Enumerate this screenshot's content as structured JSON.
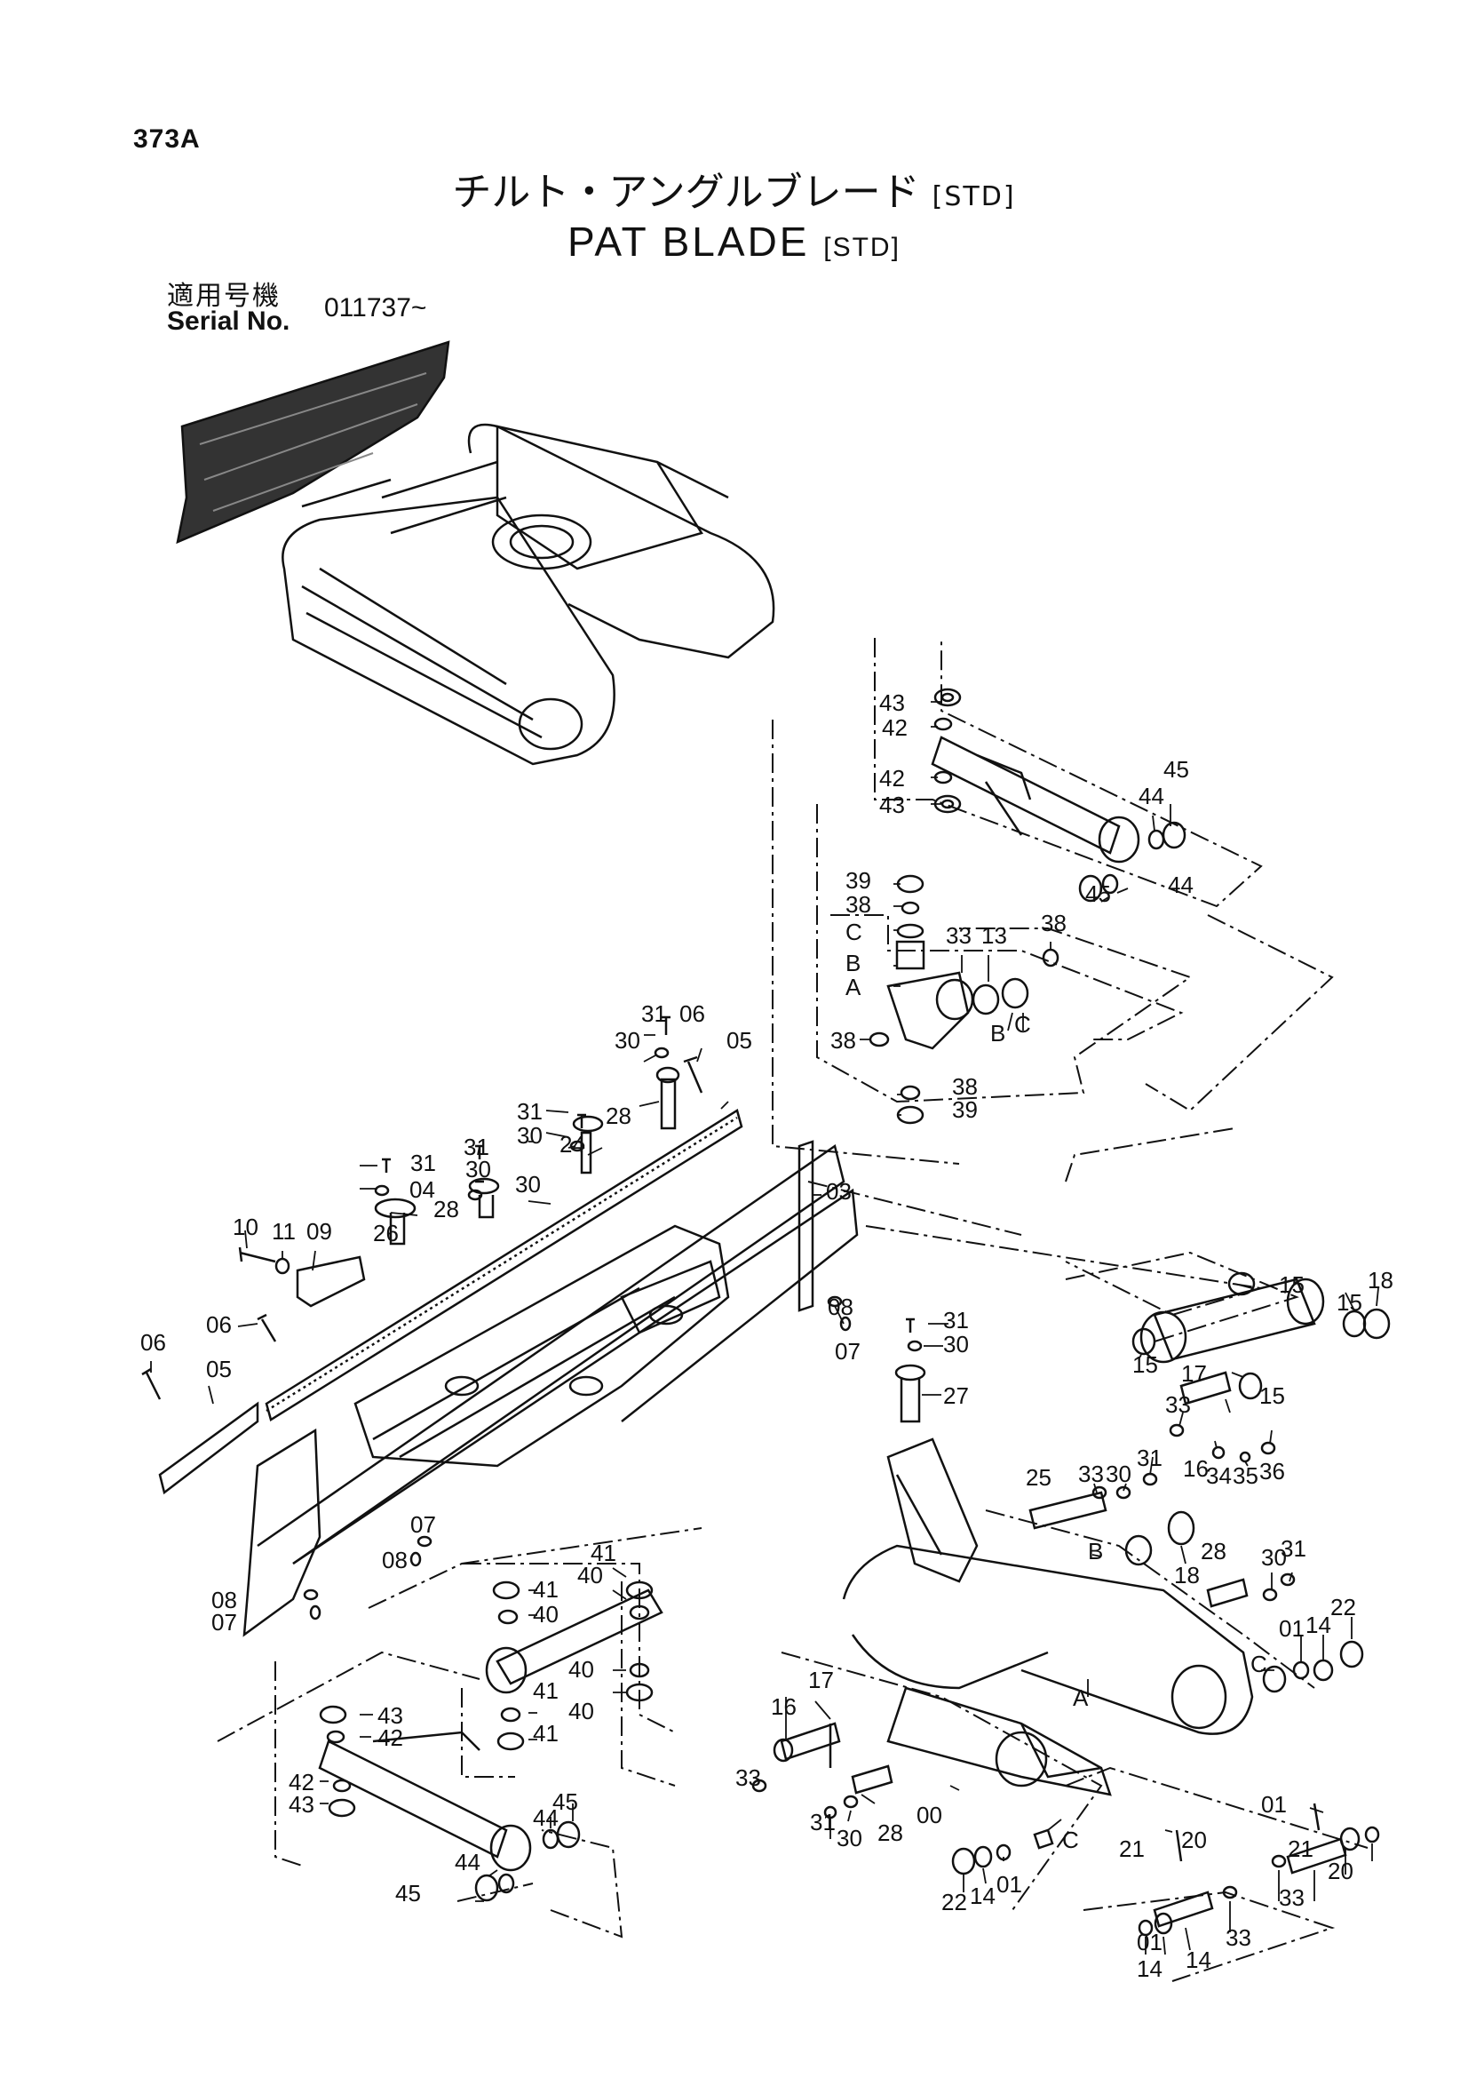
{
  "header": {
    "page_code": "373A",
    "title_jp": "チルト・アングルブレード",
    "title_en": "PAT  BLADE",
    "std": "[STD]",
    "serial_label_jp": "適用号機",
    "serial_label_en": "Serial No.",
    "serial_value": "011737~"
  },
  "callouts": [
    "43",
    "42",
    "42",
    "43",
    "45",
    "44",
    "44",
    "45",
    "39",
    "38",
    "C",
    "33",
    "13",
    "38",
    "B",
    "A",
    "38",
    "B",
    "C",
    "38",
    "39",
    "31",
    "06",
    "30",
    "05",
    "31",
    "28",
    "30",
    "24",
    "31",
    "30",
    "31",
    "04",
    "30",
    "28",
    "26",
    "03",
    "10",
    "11",
    "09",
    "06",
    "06",
    "05",
    "08",
    "07",
    "31",
    "30",
    "27",
    "15",
    "15",
    "18",
    "15",
    "17",
    "15",
    "33",
    "25",
    "33",
    "30",
    "31",
    "16",
    "34",
    "35",
    "36",
    "28",
    "B",
    "30",
    "31",
    "18",
    "01",
    "14",
    "22",
    "C",
    "A",
    "07",
    "08",
    "08",
    "07",
    "17",
    "16",
    "41",
    "40",
    "41",
    "40",
    "40",
    "41",
    "40",
    "41",
    "43",
    "42",
    "42",
    "43",
    "45",
    "44",
    "44",
    "45",
    "33",
    "28",
    "00",
    "C",
    "31",
    "30",
    "22",
    "14",
    "01",
    "21",
    "20",
    "14",
    "01",
    "21",
    "20",
    "33",
    "33",
    "01",
    "14"
  ]
}
